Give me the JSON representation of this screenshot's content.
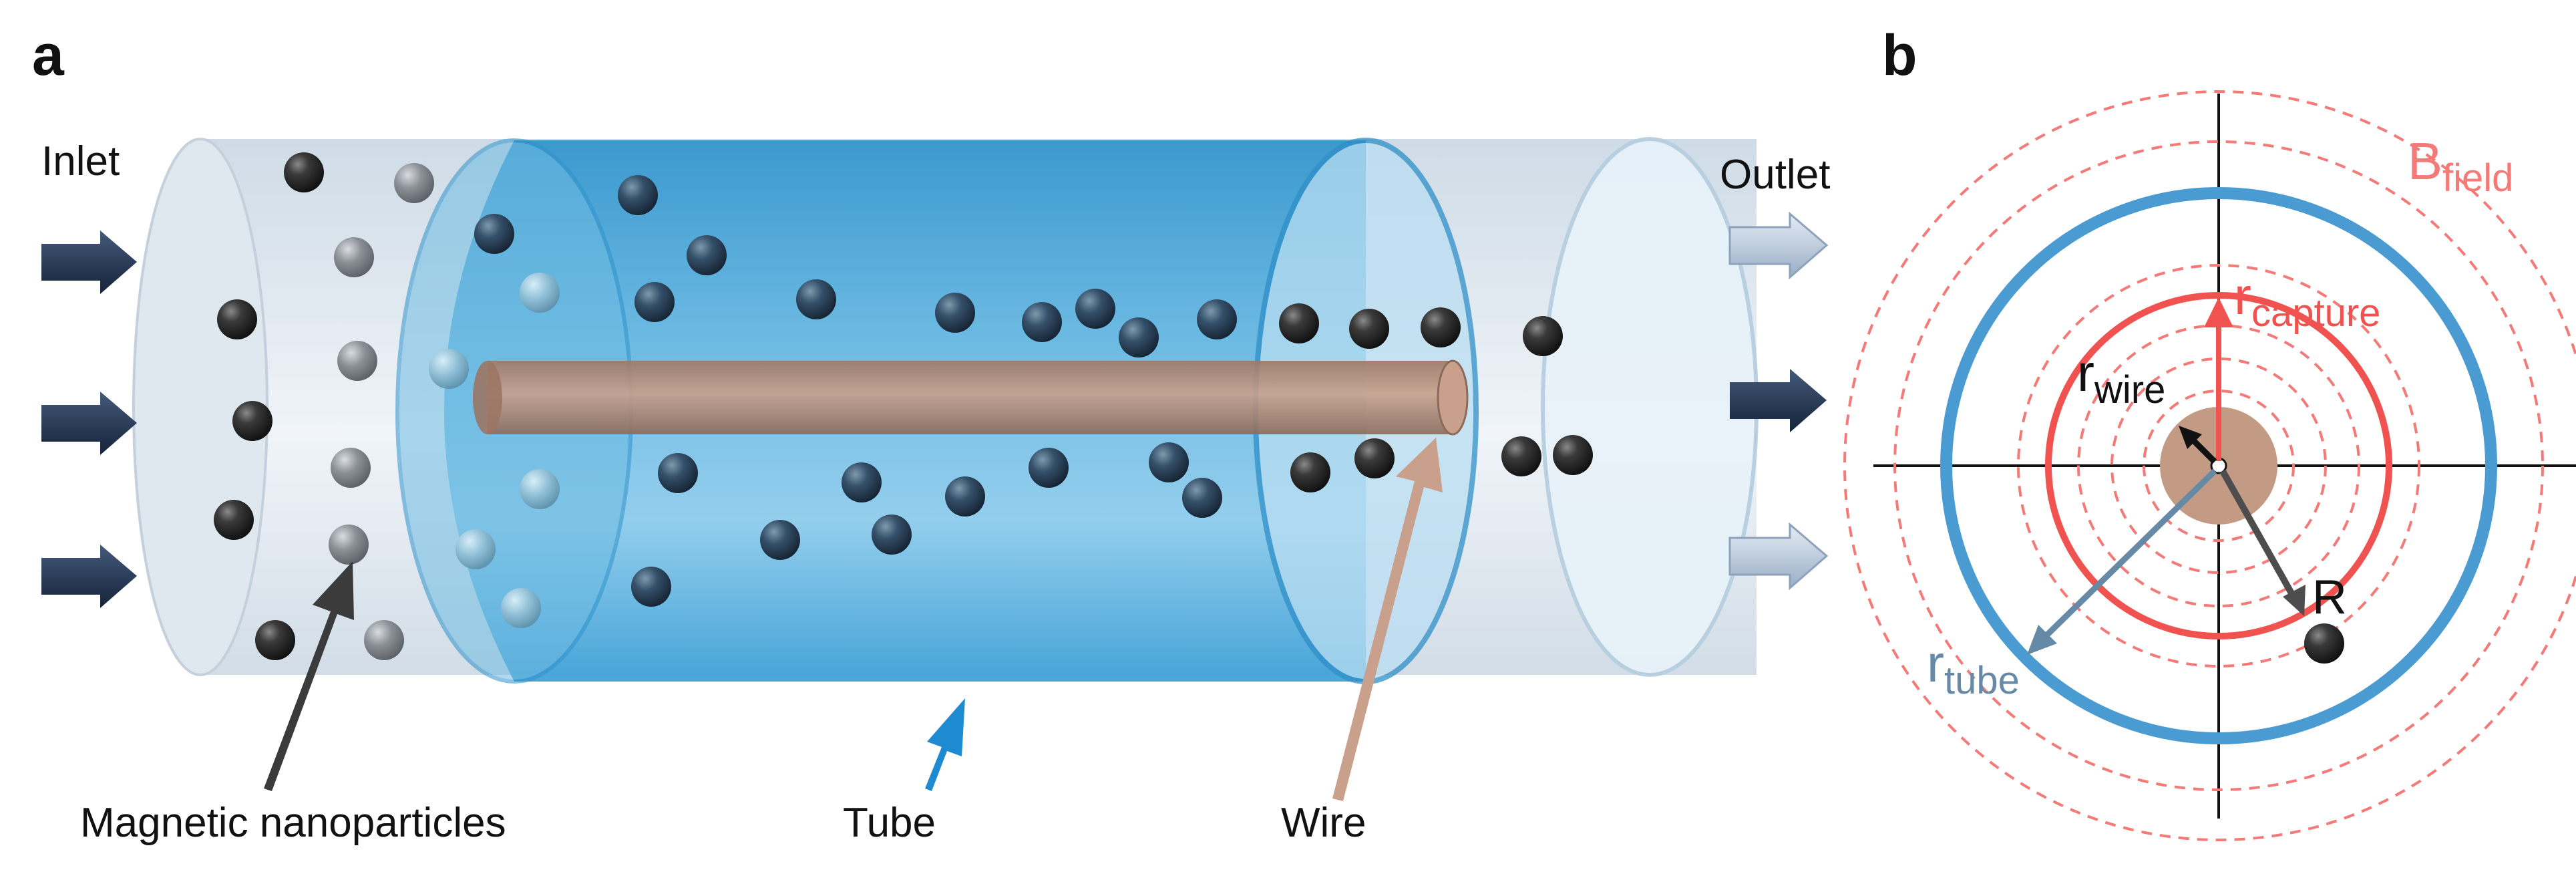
{
  "panel_a": {
    "letter": "a",
    "labels": {
      "inlet": "Inlet",
      "outlet": "Outlet",
      "magnetic_nanoparticles": "Magnetic nanoparticles",
      "tube": "Tube",
      "wire": "Wire"
    }
  },
  "panel_b": {
    "letter": "b",
    "labels": {
      "b_field_main": "B",
      "b_field_sub": "field",
      "r_capture_main": "r",
      "r_capture_sub": "capture",
      "r_wire_main": "r",
      "r_wire_sub": "wire",
      "r_tube_main": "r",
      "r_tube_sub": "tube",
      "particle_r": "R"
    }
  },
  "colors": {
    "tube_blue": "#3a9fd6",
    "wire_brown": "#c39a84",
    "capture_red": "#f0524f",
    "field_red": "#f47a78",
    "arrow_dark": "#1f2f44",
    "arrow_light": "#b9c8da",
    "particle": "#222222"
  }
}
